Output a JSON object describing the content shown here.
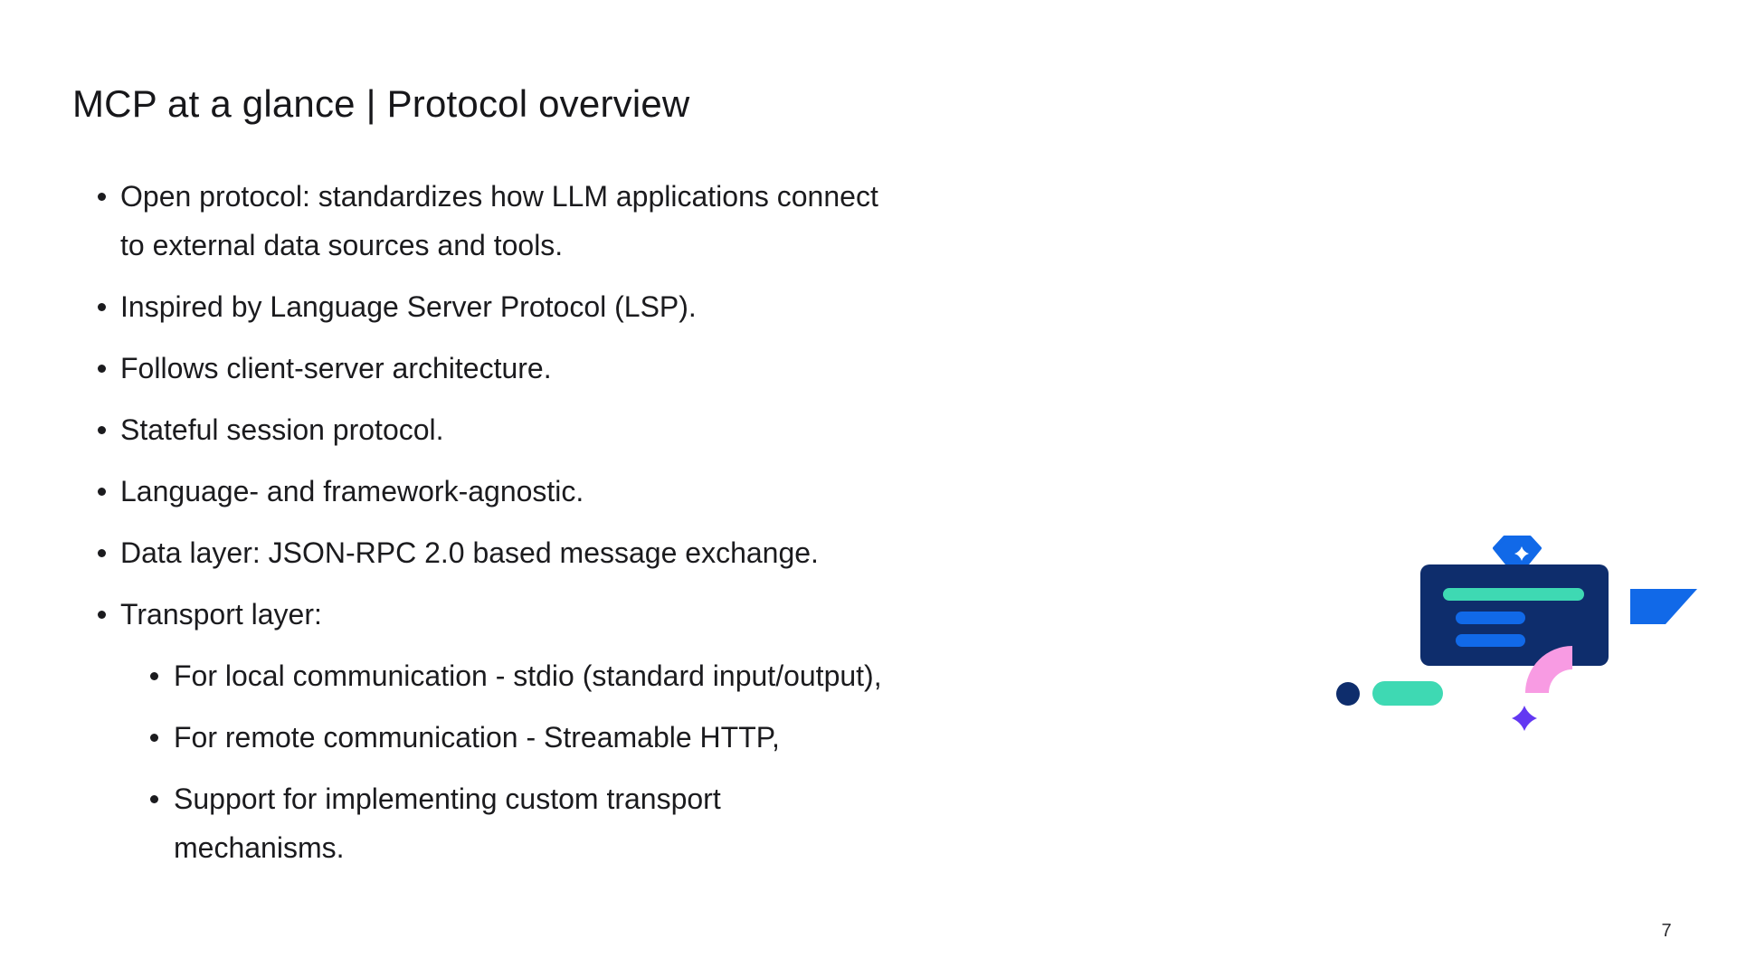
{
  "slide": {
    "title": "MCP at a glance | Protocol overview",
    "page_number": "7"
  },
  "bullets": [
    {
      "level": 1,
      "lines": [
        "Open protocol: standardizes how LLM applications connect",
        "to external data sources and tools."
      ]
    },
    {
      "level": 1,
      "lines": [
        "Inspired by Language Server Protocol (LSP)."
      ]
    },
    {
      "level": 1,
      "lines": [
        "Follows client-server architecture."
      ]
    },
    {
      "level": 1,
      "lines": [
        "Stateful session protocol."
      ]
    },
    {
      "level": 1,
      "lines": [
        "Language- and framework-agnostic."
      ]
    },
    {
      "level": 1,
      "lines": [
        "Data layer: JSON-RPC 2.0 based message exchange."
      ]
    },
    {
      "level": 1,
      "lines": [
        "Transport layer:"
      ]
    },
    {
      "level": 2,
      "lines": [
        "For local communication - stdio (standard input/output),"
      ]
    },
    {
      "level": 2,
      "lines": [
        "For remote communication - Streamable HTTP,"
      ]
    },
    {
      "level": 2,
      "lines": [
        "Support for implementing custom transport",
        "mechanisms."
      ]
    }
  ],
  "illustration": {
    "description": "decorative card illustration",
    "colors": {
      "navy": "#0E2D6C",
      "blue": "#1169E8",
      "teal": "#3ED9B3",
      "pink": "#F89BE3",
      "purple": "#6338F2",
      "white": "#FFFFFF"
    }
  }
}
